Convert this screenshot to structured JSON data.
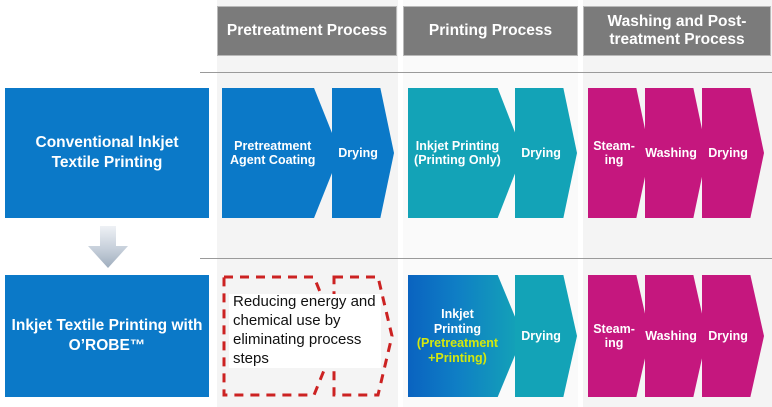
{
  "columns": [
    {
      "id": "pretreatment",
      "label": "Pretreatment Process"
    },
    {
      "id": "printing",
      "label": "Printing Process"
    },
    {
      "id": "washing",
      "label": "Washing and Post-treatment Process"
    }
  ],
  "rows": [
    {
      "id": "conventional",
      "label": "Conventional Inkjet Textile Printing"
    },
    {
      "id": "orobe",
      "label": "Inkjet Textile Printing with O’ROBE™"
    }
  ],
  "steps": {
    "pretreatment_agent_coating": "Pretreatment Agent Coating",
    "drying": "Drying",
    "inkjet_printing_only": "Inkjet Printing (Printing Only)",
    "inkjet_printing_combined_line1": "Inkjet",
    "inkjet_printing_combined_line2": "Printing",
    "inkjet_printing_combined_line3": "(Pretreatment",
    "inkjet_printing_combined_line4": "+Printing)",
    "steaming": "Steam-ing",
    "washing": "Washing"
  },
  "annotation": {
    "elimination_note": "Reducing energy and chemical use by eliminating process steps"
  },
  "colors": {
    "blue": "#0b79c8",
    "teal": "#13a3b7",
    "pink": "#c5177e",
    "header_gray": "#7b7b7b",
    "dashed_red": "#cc2222",
    "highlight_yellow": "#d4e80d",
    "band_gray": "#f4f4f4"
  },
  "icons": {
    "transition_arrow": "down-arrow-icon"
  }
}
